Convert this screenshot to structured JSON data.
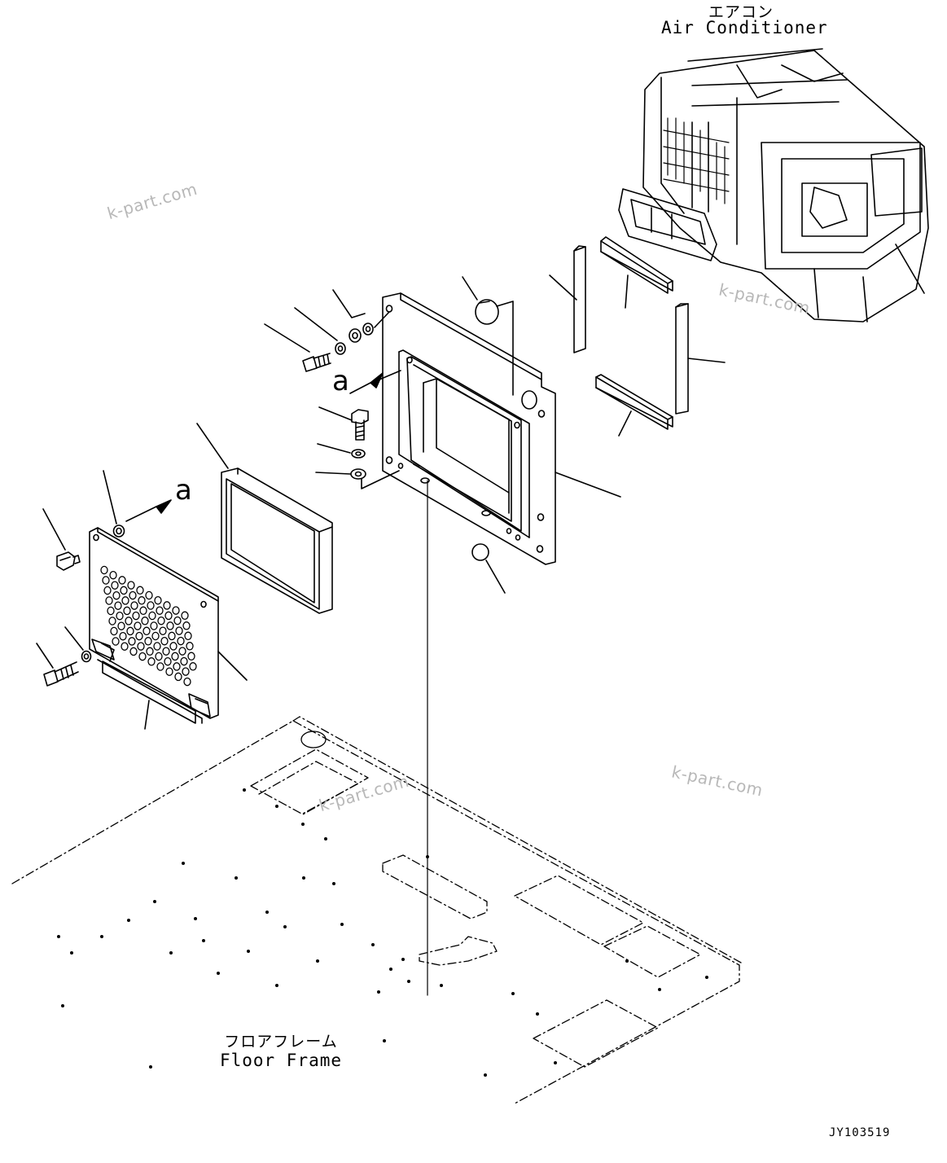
{
  "labels": {
    "air_conditioner_jp": "エアコン",
    "air_conditioner_en": "Air Conditioner",
    "floor_frame_jp": "フロアフレーム",
    "floor_frame_en": "Floor Frame",
    "ref_a": "a",
    "drawing_code": "JY103519"
  },
  "watermark": "k-part.com",
  "colors": {
    "line": "#000000",
    "watermark": "#b8b8b8",
    "background": "#ffffff"
  }
}
